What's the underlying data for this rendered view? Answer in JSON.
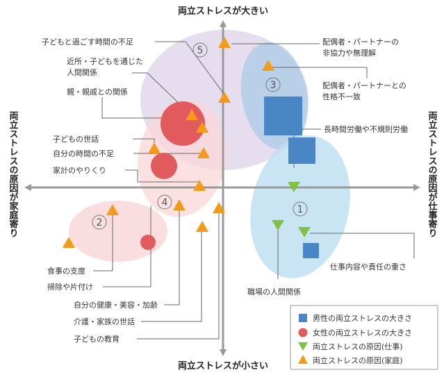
{
  "axes": {
    "top": "両立ストレスが大きい",
    "bottom": "両立ストレスが小さい",
    "left": "両立ストレスの原因が家庭寄り",
    "right": "両立ストレスの原因が仕事寄り"
  },
  "groups": [
    "1",
    "2",
    "3",
    "4",
    "5"
  ],
  "labels": {
    "childTimeShortage": "子どもと過ごす時間の不足",
    "neighborhood1": "近所・子どもを通じた",
    "neighborhood2": "人間関係",
    "relatives": "親・親戚との関係",
    "childcare": "子どもの世話",
    "ownTime": "自分の時間の不足",
    "household": "家計のやりくり",
    "meals": "食事の支度",
    "cleaning": "掃除や片付け",
    "health": "自分の健康・美容・加齢",
    "nursing": "介護・家族の世話",
    "education": "子どもの教育",
    "partnerCoop1": "配偶者・パートナーの",
    "partnerCoop2": "非協力や無理解",
    "partnerPers1": "配偶者・パートナーとの",
    "partnerPers2": "性格不一致",
    "longHours": "長時間労働や不規則労働",
    "workplace": "職場の人間関係",
    "workContent": "仕事内容や責任の重さ"
  },
  "legend": [
    {
      "text": "男性の両立ストレスの大きさ",
      "shape": "square",
      "color": "#4a86c5"
    },
    {
      "text": "女性の両立ストレスの大きさ",
      "shape": "circle",
      "color": "#e05a5e"
    },
    {
      "text": "両立ストレスの原因(仕事)",
      "shape": "triangle-down",
      "color": "#7fc241"
    },
    {
      "text": "両立ストレスの原因(家庭)",
      "shape": "triangle-up",
      "color": "#f39a1a"
    }
  ],
  "colors": {
    "male": "#4a86c5",
    "female": "#e05a5e",
    "work": "#7fc241",
    "home": "#f39a1a",
    "cluster1": "#bfe0f2",
    "cluster2": "#f9d7d8",
    "cluster3": "#aecde6",
    "cluster5": "#ddd2ea",
    "axis": "#999999"
  }
}
